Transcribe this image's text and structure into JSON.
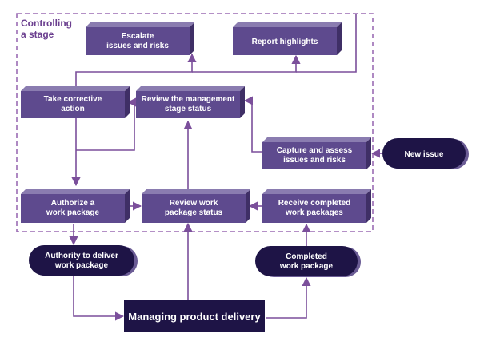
{
  "frame": {
    "title_lines": [
      "Controlling",
      "a stage"
    ]
  },
  "boxes": {
    "escalate": [
      "Escalate",
      "issues and risks"
    ],
    "report": [
      "Report highlights"
    ],
    "corrective": [
      "Take corrective",
      "action"
    ],
    "review_mgmt": [
      "Review the management",
      "stage status"
    ],
    "capture": [
      "Capture and assess",
      "issues and risks"
    ],
    "authorize": [
      "Authorize a",
      "work package"
    ],
    "review_wp": [
      "Review work",
      "package status"
    ],
    "receive": [
      "Receive completed",
      "work packages"
    ]
  },
  "pills": {
    "new_issue": [
      "New issue"
    ],
    "authority": [
      "Authority to deliver",
      "work package"
    ],
    "completed": [
      "Completed",
      "work package"
    ]
  },
  "delivery": {
    "label": "Managing product delivery"
  },
  "colors": {
    "box_front": "#5e4a8e",
    "box_top": "#8a7cb0",
    "box_side": "#3f2f66",
    "pill": "#1e1446",
    "pill_side": "#6b5c95",
    "delivery": "#1e1446",
    "arrow": "#7b4f9b",
    "frame": "#9b6cb4"
  }
}
